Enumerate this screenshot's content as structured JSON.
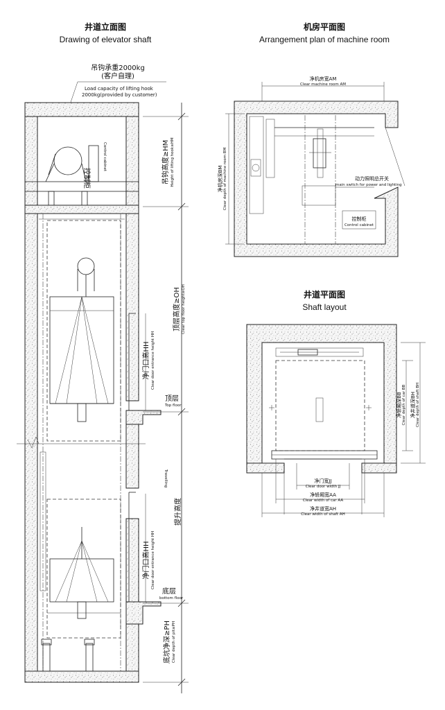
{
  "elevation": {
    "title_cn": "井道立面图",
    "title_en": "Drawing of elevator shaft",
    "hook_cn_1": "吊钩承重2000kg",
    "hook_cn_2": "(客户自理)",
    "hook_en_1": "Load capacity of lifting hook",
    "hook_en_2": "2000kg(provided by customer)",
    "cabinet_cn": "控制柜",
    "cabinet_en": "Control cabinet",
    "hm_cn": "吊钩高度≥HM",
    "hm_en": "Height of lifting hook≥HM",
    "oh_cn": "顶层高度≥OH",
    "oh_en": "Clear top floor height≥OH",
    "hh_cn": "净门口高HH",
    "hh_en": "Clear door entrance height HH",
    "top_floor_cn": "顶层",
    "top_floor_en": "Top floor",
    "travel_cn": "提升高度",
    "travel_en": "Travelling",
    "bottom_floor_cn": "底层",
    "bottom_floor_en": "bottom floor",
    "ph_cn": "底坑净深≥PH",
    "ph_en": "Clear depth of pit≥PH"
  },
  "machine_room": {
    "title_cn": "机房平面图",
    "title_en": "Arrangement plan of machine room",
    "am_cn": "净机房宽AM",
    "am_en": "Clear machine room AM",
    "bm_cn": "净机房深BM",
    "bm_en": "Clear depth of machine room BM",
    "switch_cn": "动力照明总开关",
    "switch_en": "main switch for power and lighting",
    "cabinet_cn": "控制柜",
    "cabinet_en": "Control cabinet"
  },
  "shaft": {
    "title_cn": "井道平面图",
    "title_en": "Shaft layout",
    "bb_cn": "净轿厢深BB",
    "bb_en": "Clear depth of car BB",
    "bh_cn": "净井道深BH",
    "bh_en": "Clear depth of shaft BH",
    "jj_cn": "净门宽JJ",
    "jj_en": "Clear door width JJ",
    "aa_cn": "净轿厢宽AA",
    "aa_en": "Clear width of car AA",
    "ah_cn": "净井道宽AH",
    "ah_en": "Clear width of shaft AH"
  },
  "colors": {
    "line": "#222222",
    "wall_fill": "#f4f4f4"
  }
}
